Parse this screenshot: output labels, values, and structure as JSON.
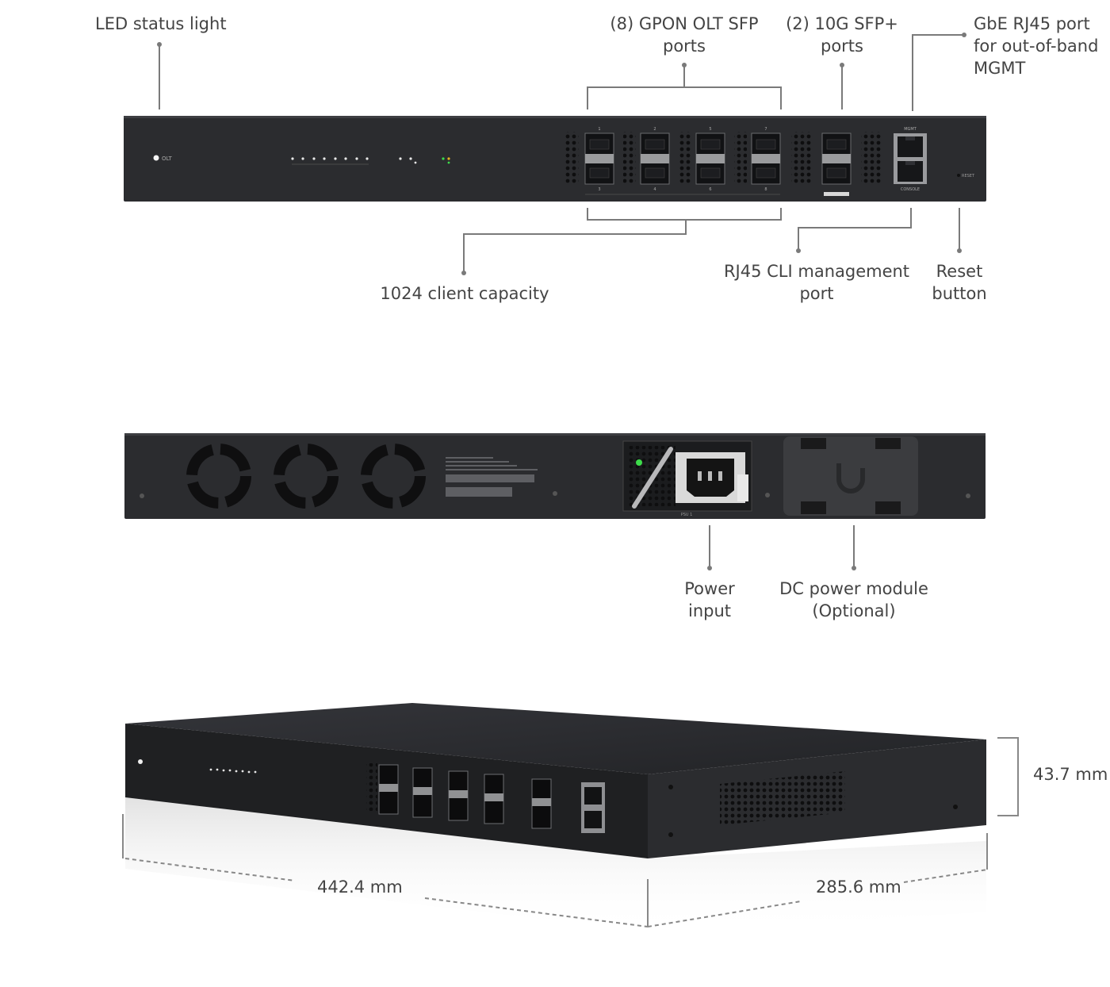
{
  "front_callouts": {
    "led_status": [
      "LED status light"
    ],
    "gpon_ports": [
      "(8) GPON OLT SFP",
      "ports"
    ],
    "sfp_plus": [
      "(2) 10G SFP+",
      "ports"
    ],
    "mgmt_port": [
      "GbE RJ45 port",
      "for out-of-band",
      "MGMT"
    ],
    "client_capacity": [
      "1024 client capacity"
    ],
    "cli_port": [
      "RJ45 CLI management",
      "port"
    ],
    "reset_button": [
      "Reset",
      "button"
    ]
  },
  "rear_callouts": {
    "power_input": [
      "Power",
      "input"
    ],
    "dc_module": [
      "DC power module",
      "(Optional)"
    ]
  },
  "dimensions": {
    "height": "43.7 mm",
    "width": "442.4 mm",
    "depth": "285.6 mm"
  },
  "device_markings": {
    "led_label": "OLT",
    "gpon_numbers_top": [
      "1",
      "2",
      "5",
      "7"
    ],
    "gpon_numbers_bottom": [
      "3",
      "4",
      "6",
      "8"
    ],
    "mgmt": "MGMT",
    "console": "CONSOLE",
    "reset": "RESET",
    "psu": "PSU 1"
  },
  "colors": {
    "device": "#2a2b2d",
    "device_edge": "#3a3b3e",
    "leader_line": "#7a7a7a",
    "led_green": "#3ddc4a"
  }
}
